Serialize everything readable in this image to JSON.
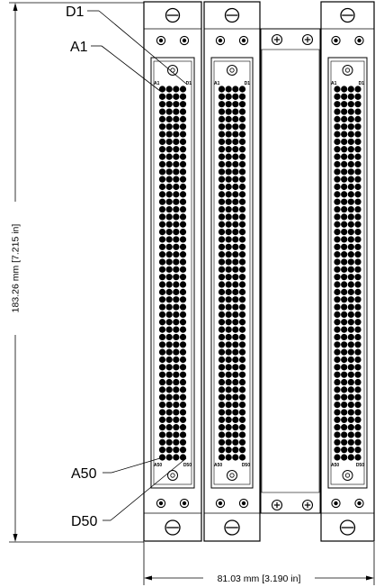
{
  "callouts": {
    "d1": "D1",
    "a1": "A1",
    "a50": "A50",
    "d50": "D50"
  },
  "dimensions": {
    "height_text": "183.26 mm [7.215 in]",
    "width_text": "81.03 mm [3.190 in]"
  },
  "pin_labels": {
    "top_left": "A1",
    "top_right": "D1",
    "bottom_left": "A50",
    "bottom_right": "D50"
  },
  "connector": {
    "rows": 50,
    "columns": 4
  },
  "icons": {
    "screw": "slotted-screw-icon",
    "phillips": "phillips-screw-icon",
    "hole": "mounting-hole-icon"
  },
  "colors": {
    "line": "#000000",
    "pin": "#000000",
    "panel_fill": "#ffffff"
  }
}
